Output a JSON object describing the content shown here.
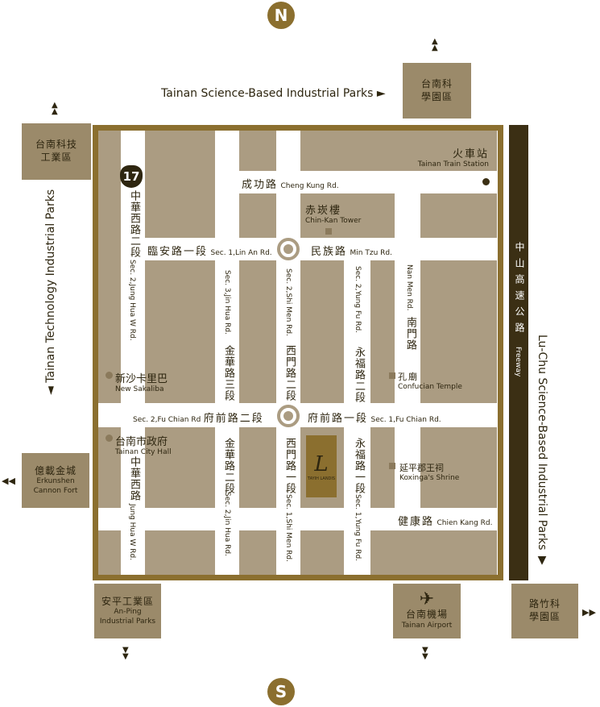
{
  "compass": {
    "north": "N",
    "south": "S"
  },
  "top_label": "Tainan Science-Based Industrial Parks ►",
  "left_label": "◄ Tainan Technology Industrial Parks",
  "right_label": "Lu-Chu Science-Based Industrial Parks ▼",
  "freeway": {
    "zh": "中山高速公路",
    "en": "Freeway"
  },
  "route_badge": "17",
  "boxes": {
    "science_park": {
      "zh1": "台南科",
      "zh2": "學園區"
    },
    "tech_park": {
      "zh1": "台南科技",
      "zh2": "工業區"
    },
    "cannon_fort": {
      "zh": "億載金城",
      "en1": "Erkunshen",
      "en2": "Cannon Fort"
    },
    "anping": {
      "zh": "安平工業區",
      "en1": "An-Ping",
      "en2": "Industrial Parks"
    },
    "airport": {
      "zh": "台南機場",
      "en": "Tainan Airport"
    },
    "luzhu": {
      "zh1": "路竹科",
      "zh2": "學園區"
    }
  },
  "roads": {
    "cheng_kung": {
      "zh": "成功路",
      "en": "Cheng Kung Rd."
    },
    "lin_an": {
      "zh": "臨安路一段",
      "en": "Sec. 1,Lin An Rd."
    },
    "min_tzu": {
      "zh": "民族路",
      "en": "Min Tzu Rd."
    },
    "fu_chian2": {
      "zh": "府前路二段",
      "en": "Sec. 2,Fu Chian Rd"
    },
    "fu_chian1": {
      "zh": "府前路一段",
      "en": "Sec. 1,Fu Chian Rd."
    },
    "chien_kang": {
      "zh": "健康路",
      "en": "Chien Kang Rd."
    },
    "jung_hua2": {
      "zh": "中華西路二段",
      "en": "Sec. 2,Jung Hua W Rd."
    },
    "jung_hua": {
      "zh": "中華西路",
      "en": "Jung Hua W Rd."
    },
    "jin_hua3": {
      "zh": "金華路三段",
      "en": "Sec. 3,Jin Hua Rd."
    },
    "jin_hua2": {
      "zh": "金華路二段",
      "en": "Sec. 2,Jin Hua Rd."
    },
    "shi_men2": {
      "zh": "西門路二段",
      "en": "Sec. 2,Shi Men Rd."
    },
    "shi_men1": {
      "zh": "西門路一段",
      "en": "Sec. 1,Shi Men Rd."
    },
    "yung_fu2": {
      "zh": "永福路二段",
      "en": "Sec. 2,Yung Fu Rd."
    },
    "yung_fu1": {
      "zh": "永福路一段",
      "en": "Sec. 1,Yung Fu Rd."
    },
    "nan_men": {
      "zh": "南門路",
      "en": "Nan Men Rd."
    }
  },
  "landmarks": {
    "train": {
      "zh": "火車站",
      "en": "Tainan Train Station"
    },
    "chinkan": {
      "zh": "赤崁樓",
      "en": "Chin-Kan Tower"
    },
    "sakaliba": {
      "zh": "新沙卡里巴",
      "en": "New Sakaliba"
    },
    "confucian": {
      "zh": "孔廟",
      "en": "Confucian Temple"
    },
    "cityhall": {
      "zh": "台南市政府",
      "en": "Tainan City Hall"
    },
    "koxinga": {
      "zh": "延平郡王祠",
      "en": "Koxinga's Shrine"
    },
    "hotel": "TAYIH LANDIS"
  },
  "colors": {
    "frame": "#8b6f2f",
    "block": "#ab9c82",
    "box": "#9b8a6a",
    "freeway": "#3b2f14"
  }
}
